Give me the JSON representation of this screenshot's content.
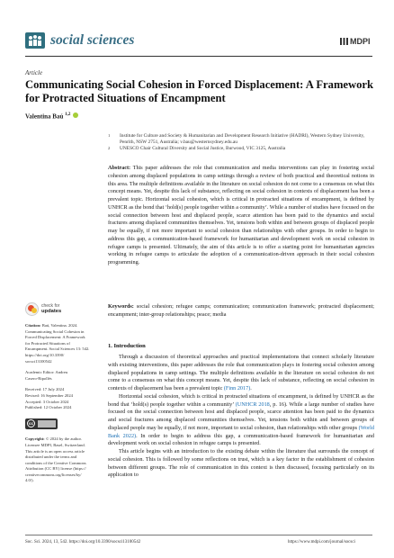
{
  "header": {
    "journal_name": "social sciences",
    "publisher": "MDPI"
  },
  "article": {
    "type": "Article",
    "title": "Communicating Social Cohesion in Forced Displacement: A Framework for Protracted Situations of Encampment",
    "author_name": "Valentina Baú",
    "author_sup": "1,2",
    "affiliations": [
      {
        "num": "1",
        "text": "Institute for Culture and Society & Humanitarian and Development Research Initiative (HADRI), Western Sydney University, Penrith, NSW 2751, Australia; v.bau@westernsydney.edu.au"
      },
      {
        "num": "2",
        "text": "UNESCO Chair Cultural Diversity and Social Justice, Burwood, VIC 3125, Australia"
      }
    ],
    "abstract_label": "Abstract:",
    "abstract_text": "This paper addresses the role that communication and media interventions can play in fostering social cohesion among displaced populations in camp settings through a review of both practical and theoretical notions in this area. The multiple definitions available in the literature on social cohesion do not come to a consensus on what this concept means. Yet, despite this lack of substance, reflecting on social cohesion in contexts of displacement has been a prevalent topic. Horizontal social cohesion, which is critical in protracted situations of encampment, is defined by UNHCR as the bond that ‘hold(s) people together within a community’. While a number of studies have focused on the social connection between host and displaced people, scarce attention has been paid to the dynamics and social fractures among displaced communities themselves. Yet, tensions both within and between groups of displaced people may be equally, if not more important to social cohesion than relationships with other groups. In order to begin to address this gap, a communication-based framework for humanitarian and development work on social cohesion in refugee camps is presented. Ultimately, the aim of this article is to offer a starting point for humanitarian agencies working in refugee camps to articulate the adoption of a communication-driven approach in their social cohesion programming.",
    "keywords_label": "Keywords:",
    "keywords_text": "social cohesion; refugee camps; communication; communication framework; protracted displacement; encampment; inter-group relationships; peace; media"
  },
  "sidebar": {
    "check_updates_line1": "check for",
    "check_updates_line2": "updates",
    "citation_label": "Citation:",
    "citation_lines": [
      "Baú, Valentina. 2024.",
      "Communicating Social Cohesion in",
      "Forced Displacement: A Framework",
      "for Protracted Situations of",
      "Encampment. Social Sciences 13: 542.",
      "https://doi.org/10.3390/",
      "socsci13100542"
    ],
    "editor_lines": [
      "Academic Editor: Andreu",
      "Casero-Ripollés"
    ],
    "dates": [
      "Received: 17 July 2024",
      "Revised: 16 September 2024",
      "Accepted: 3 October 2024",
      "Published: 12 October 2024"
    ],
    "cc_label": "cc",
    "copyright_label": "Copyright:",
    "copyright_lines": [
      "© 2024 by the author.",
      "Licensee MDPI, Basel, Switzerland.",
      "This article is an open access article",
      "distributed under the terms and",
      "conditions of the Creative Commons",
      "Attribution (CC BY) license (https://",
      "creativecommons.org/licenses/by/",
      "4.0/)."
    ]
  },
  "intro": {
    "heading": "1. Introduction",
    "p1": "Through a discussion of theoretical approaches and practical implementations that connect scholarly literature with existing interventions, this paper addresses the role that communication plays in fostering social cohesion among displaced populations in camp settings. The multiple definitions available in the literature on social cohesion do not come to a consensus on what this concept means. Yet, despite this lack of substance, reflecting on social cohesion in contexts of displacement has been a prevalent topic",
    "p1_cite": "(Finn 2017)",
    "p1_end": ".",
    "p2a": "Horizontal social cohesion, which is critical in protracted situations of encampment, is defined by UNHCR as the bond that ‘hold(s) people together within a community’",
    "p2_cite1": "(UNHCR 2018",
    "p2b": ", p. 16). While a large number of studies have focused on the social connection between host and displaced people, scarce attention has been paid to the dynamics and social fractures among displaced communities themselves. Yet, tensions both within and between groups of displaced people may be equally, if not more, important to social cohesion, than relationships with other groups",
    "p2_cite2": "(World Bank 2022)",
    "p2c": ". In order to begin to address this gap, a communication-based framework for humanitarian and development work on social cohesion in refugee camps is presented.",
    "p3": "This article begins with an introduction to the existing debate within the literature that surrounds the concept of social cohesion. This is followed by some reflections on trust, which is a key factor in the establishment of cohesion between different groups. The role of communication in this context is then discussed, focusing particularly on its application to"
  },
  "footer": {
    "left": "Soc. Sci. 2024, 13, 542. https://doi.org/10.3390/socsci13100542",
    "right": "https://www.mdpi.com/journal/socsci"
  },
  "colors": {
    "journal_accent": "#3a6f86",
    "link_blue": "#1a6fb5",
    "orcid_green": "#a6ce39"
  }
}
